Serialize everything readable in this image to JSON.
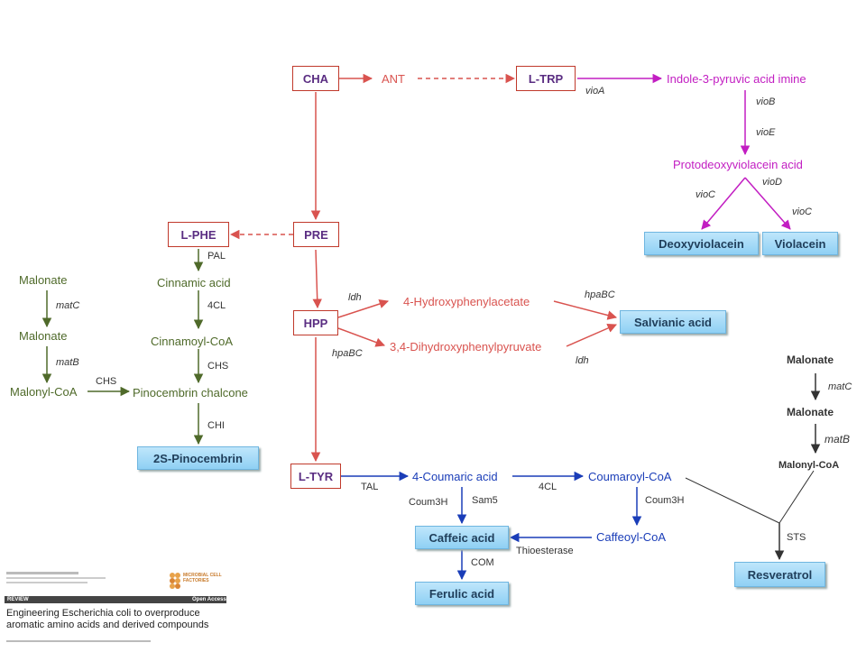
{
  "nodes": {
    "cha": "CHA",
    "ant": "ANT",
    "ltrp": "L-TRP",
    "indole": "Indole-3-pyruvic acid imine",
    "protodeoxy": "Protodeoxyviolacein acid",
    "deoxyviolacein": "Deoxyviolacein",
    "violacein": "Violacein",
    "lphe": "L-PHE",
    "pre": "PRE",
    "hpp": "HPP",
    "hydroxyphenylacetate": "4-Hydroxyphenylacetate",
    "dihydroxyphenylpyruvate": "3,4-Dihydroxyphenylpyruvate",
    "salvianic": "Salvianic acid",
    "ltyr": "L-TYR",
    "coumaric": "4-Coumaric acid",
    "coumaroyl": "Coumaroyl-CoA",
    "caffeic": "Caffeic acid",
    "caffeoyl": "Caffeoyl-CoA",
    "ferulic": "Ferulic acid",
    "resveratrol": "Resveratrol",
    "malonate_left_1": "Malonate",
    "malonate_left_2": "Malonate",
    "malonylcoa_left": "Malonyl-CoA",
    "cinnamic": "Cinnamic acid",
    "cinnamoyl": "Cinnamoyl-CoA",
    "pinocembrin_chalcone": "Pinocembrin chalcone",
    "pinocembrin": "2S-Pinocembrin",
    "malonate_right_1": "Malonate",
    "malonate_right_2": "Malonate",
    "malonylcoa_right": "Malonyl-CoA"
  },
  "enzymes": {
    "vioA": "vioA",
    "vioB": "vioB",
    "vioE": "vioE",
    "vioD": "vioD",
    "vioC_left": "vioC",
    "vioC_right": "vioC",
    "pal": "PAL",
    "fourcl_left": "4CL",
    "chs_left": "CHS",
    "chi": "CHI",
    "chs_malonyl": "CHS",
    "matC_left": "matC",
    "matB_left": "matB",
    "ldh_top": "ldh",
    "hpabc_bottom": "hpaBC",
    "hpabc_top": "hpaBC",
    "ldh_bottom": "ldh",
    "tal": "TAL",
    "fourcl_right": "4CL",
    "coum3h_left": "Coum3H",
    "sam5": "Sam5",
    "coum3h_right": "Coum3H",
    "thioesterase": "Thioesterase",
    "com": "COM",
    "sts": "STS",
    "matC_right": "matC",
    "matB_right": "matB"
  },
  "colors": {
    "red": "#d9534f",
    "magenta": "#c21ec2",
    "green": "#4f6a2a",
    "blue": "#1a3db8",
    "product_fill": "#a9dcf8"
  },
  "citation": {
    "journal_logo": "MICROBIAL CELL FACTORIES",
    "tag_left": "REVIEW",
    "tag_right": "Open Access",
    "title": "Engineering Escherichia coli to overproduce aromatic amino acids and derived compounds"
  }
}
